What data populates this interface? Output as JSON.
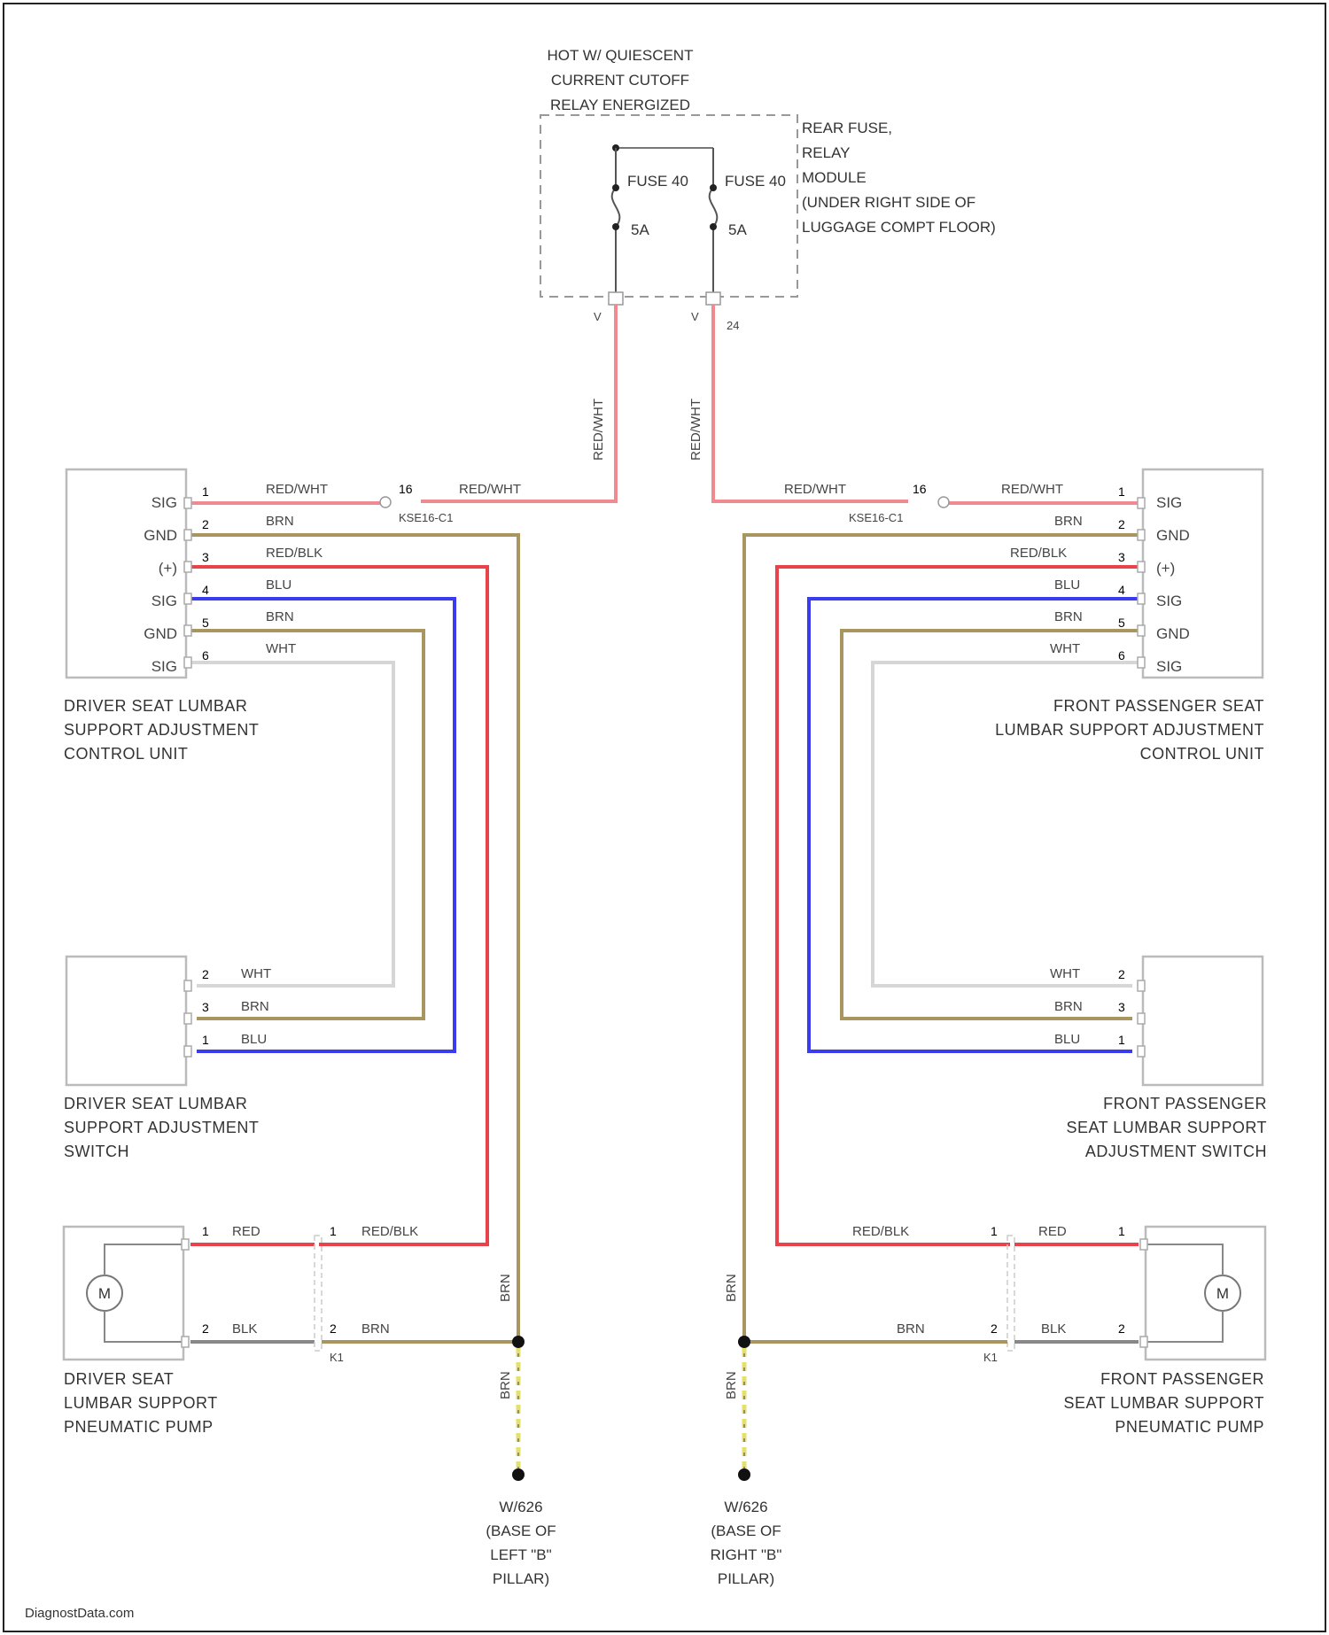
{
  "colors": {
    "red": "#e8424a",
    "pink": "#f08a90",
    "brown": "#a89560",
    "blue": "#3b3bf0",
    "white_wire": "#d6d6d6",
    "black_wire": "#888888",
    "ground_dash": "#e3e070",
    "box": "#c8c8c8"
  },
  "fuse_module": {
    "hot_label": [
      "HOT W/ QUIESCENT",
      "CURRENT CUTOFF",
      "RELAY ENERGIZED"
    ],
    "name": [
      "REAR FUSE,",
      "RELAY",
      "MODULE",
      "(UNDER RIGHT SIDE OF",
      "LUGGAGE COMPT FLOOR)"
    ],
    "fuse_left": {
      "label": "FUSE 40",
      "rating": "5A",
      "pin": "V"
    },
    "fuse_right": {
      "label": "FUSE 40",
      "rating": "5A",
      "pin": "V",
      "pin2": "24"
    }
  },
  "feed_wires": {
    "left": "RED/WHT",
    "right": "RED/WHT"
  },
  "left": {
    "control_unit": {
      "name": [
        "DRIVER SEAT LUMBAR",
        "SUPPORT ADJUSTMENT",
        "CONTROL UNIT"
      ],
      "pins": [
        {
          "num": "1",
          "sig": "SIG",
          "wire": "RED/WHT"
        },
        {
          "num": "2",
          "sig": "GND",
          "wire": "BRN"
        },
        {
          "num": "3",
          "sig": "(+)",
          "wire": "RED/BLK"
        },
        {
          "num": "4",
          "sig": "SIG",
          "wire": "BLU"
        },
        {
          "num": "5",
          "sig": "GND",
          "wire": "BRN"
        },
        {
          "num": "6",
          "sig": "SIG",
          "wire": "WHT"
        }
      ],
      "splice": {
        "pin": "16",
        "wire": "RED/WHT",
        "conn": "KSE16-C1"
      }
    },
    "switch": {
      "name": [
        "DRIVER SEAT LUMBAR",
        "SUPPORT ADJUSTMENT",
        "SWITCH"
      ],
      "pins": [
        {
          "num": "2",
          "wire": "WHT"
        },
        {
          "num": "3",
          "wire": "BRN"
        },
        {
          "num": "1",
          "wire": "BLU"
        }
      ]
    },
    "pump": {
      "name": [
        "DRIVER SEAT",
        "LUMBAR SUPPORT",
        "PNEUMATIC PUMP"
      ],
      "motor": "M",
      "pin_a": {
        "num": "1",
        "wire": "RED",
        "conn_pin": "1",
        "out_wire": "RED/BLK"
      },
      "pin_b": {
        "num": "2",
        "wire": "BLK",
        "conn_pin": "2",
        "out_wire": "BRN",
        "conn": "K1"
      },
      "ground_wire": "BRN",
      "ground_wire2": "BRN"
    },
    "ground": [
      "W/626",
      "(BASE OF",
      "LEFT \"B\"",
      "PILLAR)"
    ]
  },
  "right": {
    "control_unit": {
      "name": [
        "FRONT PASSENGER SEAT",
        "LUMBAR SUPPORT ADJUSTMENT",
        "CONTROL UNIT"
      ],
      "pins": [
        {
          "num": "1",
          "sig": "SIG",
          "wire": "RED/WHT"
        },
        {
          "num": "2",
          "sig": "GND",
          "wire": "BRN"
        },
        {
          "num": "3",
          "sig": "(+)",
          "wire": "RED/BLK"
        },
        {
          "num": "4",
          "sig": "SIG",
          "wire": "BLU"
        },
        {
          "num": "5",
          "sig": "GND",
          "wire": "BRN"
        },
        {
          "num": "6",
          "sig": "SIG",
          "wire": "WHT"
        }
      ],
      "splice": {
        "pin": "16",
        "wire": "RED/WHT",
        "conn": "KSE16-C1"
      }
    },
    "switch": {
      "name": [
        "FRONT PASSENGER",
        "SEAT LUMBAR SUPPORT",
        "ADJUSTMENT SWITCH"
      ],
      "pins": [
        {
          "num": "2",
          "wire": "WHT"
        },
        {
          "num": "3",
          "wire": "BRN"
        },
        {
          "num": "1",
          "wire": "BLU"
        }
      ]
    },
    "pump": {
      "name": [
        "FRONT PASSENGER",
        "SEAT LUMBAR SUPPORT",
        "PNEUMATIC PUMP"
      ],
      "motor": "M",
      "pin_a": {
        "num": "1",
        "wire": "RED",
        "conn_pin": "1",
        "out_wire": "RED/BLK"
      },
      "pin_b": {
        "num": "2",
        "wire": "BLK",
        "conn_pin": "2",
        "out_wire": "BRN",
        "conn": "K1"
      },
      "ground_wire": "BRN",
      "ground_wire2": "BRN"
    },
    "ground": [
      "W/626",
      "(BASE OF",
      "RIGHT \"B\"",
      "PILLAR)"
    ]
  },
  "footer": "DiagnostData.com"
}
